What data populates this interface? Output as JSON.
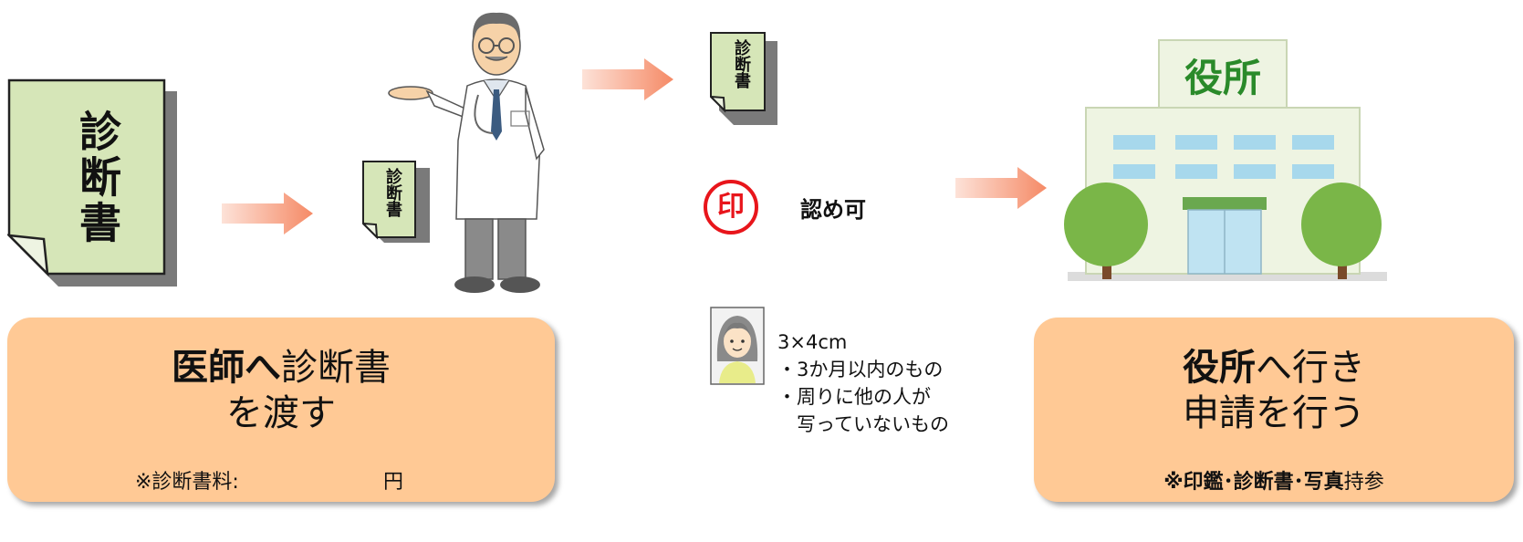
{
  "docs": {
    "big_label": "診断書",
    "small_label": "診断書"
  },
  "seal": {
    "glyph": "印",
    "label": "認め可",
    "color": "#e8151b"
  },
  "photo": {
    "size": "3×4cm",
    "lines": [
      "・3か月以内のもの",
      "・周りに他の人が",
      "　写っていないもの"
    ]
  },
  "building": {
    "sign": "役所",
    "sign_color": "#2a8a2a"
  },
  "step1": {
    "title_bold": "医師へ",
    "title_rest": "診断書",
    "title_line2": "を渡す",
    "note_label": "※診断書料:",
    "note_unit": "円"
  },
  "step2": {
    "title_bold": "役所",
    "title_rest": "へ行き",
    "title_line2": "申請を行う",
    "note_bold": "※印鑑･診断書･写真",
    "note_rest": "持参"
  },
  "colors": {
    "box": "#ffc995",
    "document": "#d6e6b8",
    "arrow": "#f59b7a"
  }
}
